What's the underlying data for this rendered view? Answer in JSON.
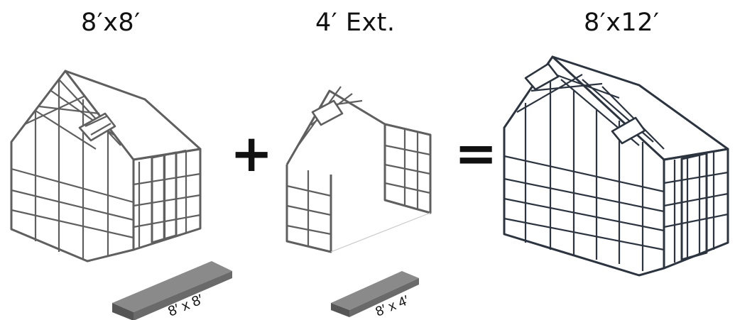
{
  "items": [
    {
      "label": "8′x8′"
    },
    {
      "label": "4′ Ext."
    },
    {
      "label": "8′x12′"
    }
  ],
  "operators": {
    "plus": "+",
    "equals": "="
  },
  "boxes": [
    {
      "label": "8′ x 8′"
    },
    {
      "label": "8′ x 4′"
    }
  ],
  "colors": {
    "light_frame": "#6e6e6e",
    "dark_frame": "#2c3440",
    "box_top": "#8a8a8a",
    "box_front": "#5a5a5a"
  }
}
